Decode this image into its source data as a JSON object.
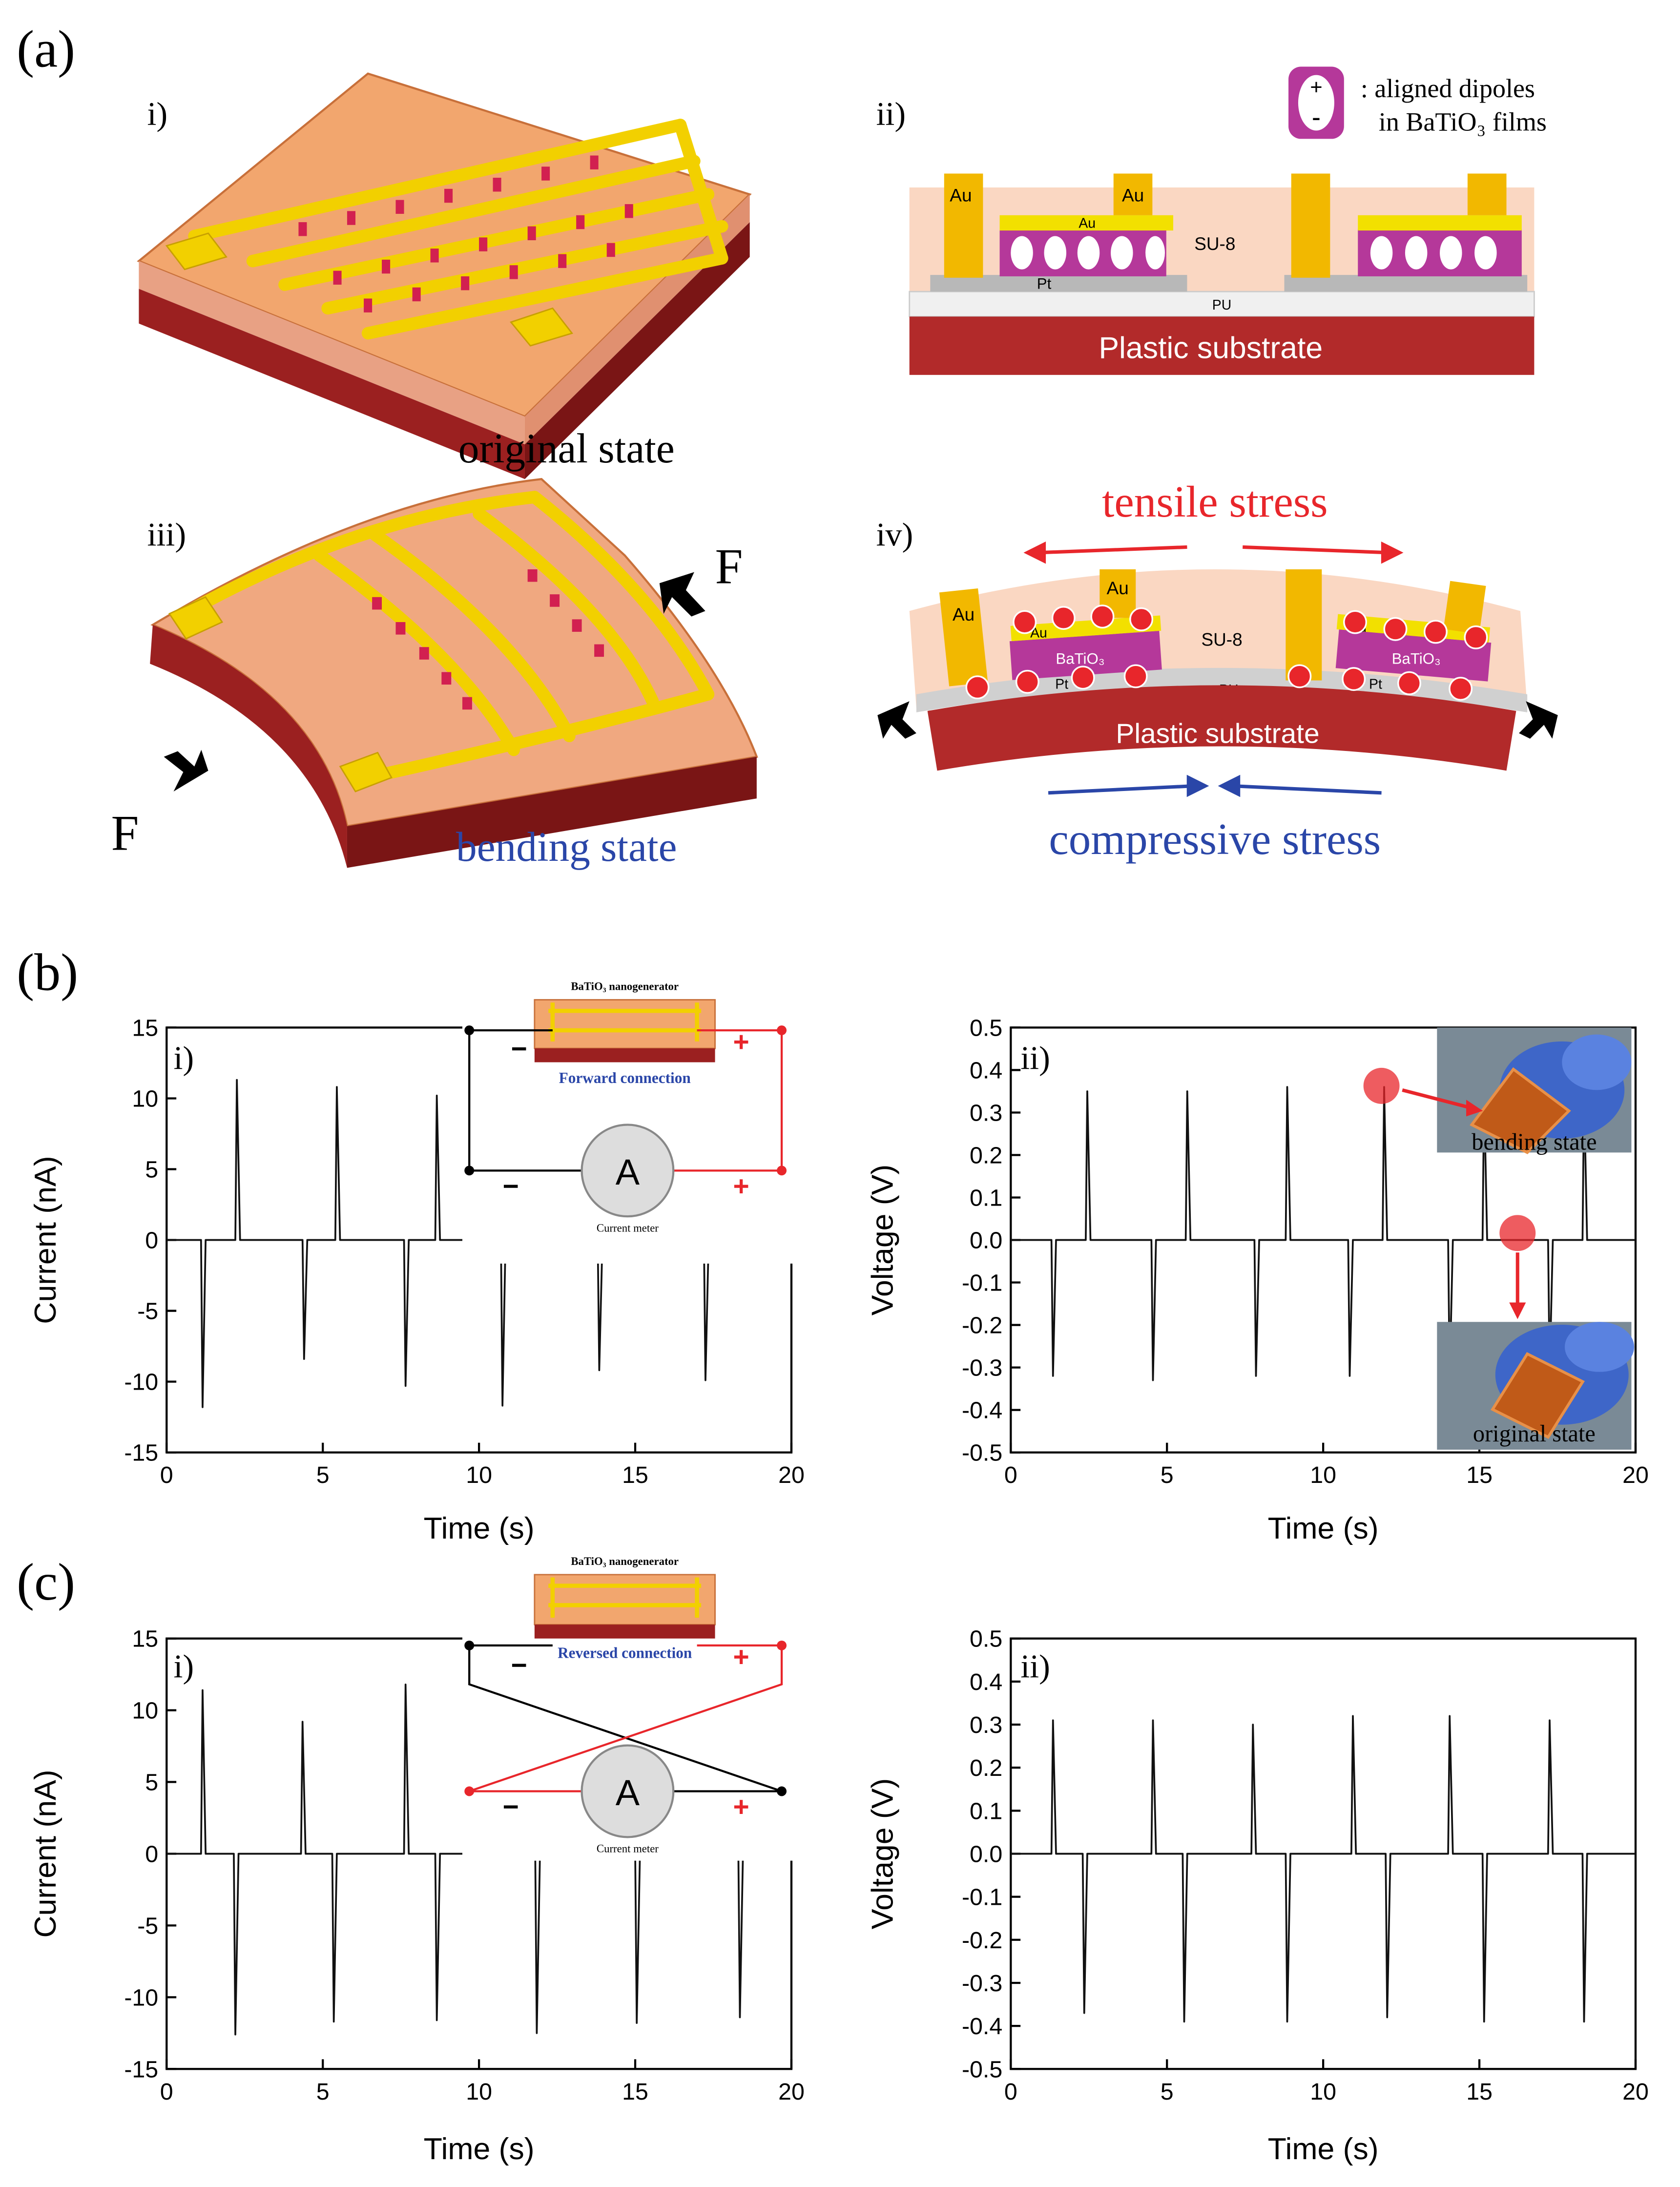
{
  "panel_labels": {
    "a": "(a)",
    "b": "(b)",
    "c": "(c)"
  },
  "sub_labels": {
    "i": "i)",
    "ii": "ii)",
    "iii": "iii)",
    "iv": "iv)"
  },
  "schematic": {
    "legend_sign_plus": "+",
    "legend_sign_minus": "-",
    "legend_line1": ": aligned dipoles",
    "legend_line2": "in BaTiO₃ films",
    "original_state": "original state",
    "bending_state": "bending state",
    "force": "F",
    "au": "Au",
    "pt": "Pt",
    "pu": "PU",
    "su8": "SU-8",
    "batio3": "BaTiO₃",
    "plastic_substrate": "Plastic substrate",
    "tensile_stress": "tensile stress",
    "compressive_stress": "compressive stress",
    "colors": {
      "tensile": "#e8262b",
      "compressive": "#2a46a8",
      "gold": "#f2c400",
      "magenta": "#b5389a",
      "substrate": "#a52a2a",
      "su8": "#fad7c2"
    }
  },
  "inset_forward": {
    "title": "BaTiO₃ nanogenerator",
    "connection": "Forward connection",
    "meter": "Current meter",
    "ammeter": "A",
    "plus": "+",
    "minus": "−"
  },
  "inset_reversed": {
    "title": "BaTiO₃ nanogenerator",
    "connection": "Reversed connection",
    "meter": "Current meter",
    "ammeter": "A",
    "plus": "+",
    "minus": "−"
  },
  "photo_labels": {
    "bending": "bending state",
    "original": "original state"
  },
  "chart_data": [
    {
      "id": "b-i",
      "type": "line",
      "xlabel": "Time (s)",
      "ylabel": "Current (nA)",
      "xlim": [
        0,
        20
      ],
      "ylim": [
        -15,
        15
      ],
      "xticks": [
        0,
        5,
        10,
        15,
        20
      ],
      "yticks": [
        15,
        10,
        5,
        0,
        -5,
        -10,
        -15
      ],
      "series": [
        {
          "values_x": [
            0,
            1.1,
            1.15,
            1.25,
            2.2,
            2.25,
            2.35,
            4.35,
            4.4,
            4.5,
            5.4,
            5.45,
            5.55,
            7.6,
            7.65,
            7.75,
            8.6,
            8.65,
            8.75,
            10.7,
            10.75,
            10.85,
            13.8,
            13.85,
            13.95,
            17.2,
            17.25,
            17.35,
            20
          ],
          "values_y": [
            0,
            0,
            -11.8,
            0,
            0,
            11.3,
            0,
            0,
            -8.4,
            0,
            0,
            10.8,
            0,
            0,
            -10.3,
            0,
            0,
            10.2,
            0,
            0,
            -11.7,
            0,
            0,
            -9.2,
            0,
            0,
            -9.9,
            0,
            0
          ]
        }
      ]
    },
    {
      "id": "b-ii",
      "type": "line",
      "xlabel": "Time (s)",
      "ylabel": "Voltage (V)",
      "xlim": [
        0,
        20
      ],
      "ylim": [
        -0.5,
        0.5
      ],
      "xticks": [
        0,
        5,
        10,
        15,
        20
      ],
      "yticks": [
        0.5,
        0.4,
        0.3,
        0.2,
        0.1,
        0.0,
        -0.1,
        -0.2,
        -0.3,
        -0.4,
        -0.5
      ],
      "series": [
        {
          "values_x": [
            0,
            1.3,
            1.35,
            1.45,
            2.4,
            2.45,
            2.55,
            4.5,
            4.55,
            4.65,
            5.6,
            5.65,
            5.75,
            7.8,
            7.85,
            7.95,
            8.8,
            8.85,
            8.95,
            10.8,
            10.85,
            10.95,
            11.9,
            11.95,
            12.05,
            14.0,
            14.05,
            14.15,
            15.1,
            15.15,
            15.25,
            17.2,
            17.25,
            17.35,
            18.3,
            18.35,
            18.45,
            20
          ],
          "values_y": [
            0,
            0,
            -0.32,
            0,
            0,
            0.35,
            0,
            0,
            -0.33,
            0,
            0,
            0.35,
            0,
            0,
            -0.32,
            0,
            0,
            0.36,
            0,
            0,
            -0.32,
            0,
            0,
            0.36,
            0,
            0,
            -0.33,
            0,
            0,
            0.35,
            0,
            0,
            -0.32,
            0,
            0,
            0.35,
            0,
            0
          ]
        }
      ]
    },
    {
      "id": "c-i",
      "type": "line",
      "xlabel": "Time (s)",
      "ylabel": "Current (nA)",
      "xlim": [
        0,
        20
      ],
      "ylim": [
        -15,
        15
      ],
      "xticks": [
        0,
        5,
        10,
        15,
        20
      ],
      "yticks": [
        15,
        10,
        5,
        0,
        -5,
        -10,
        -15
      ],
      "series": [
        {
          "values_x": [
            0,
            1.1,
            1.15,
            1.25,
            2.15,
            2.2,
            2.3,
            4.3,
            4.35,
            4.45,
            5.3,
            5.35,
            5.45,
            7.6,
            7.65,
            7.75,
            8.6,
            8.65,
            8.75,
            11.8,
            11.85,
            11.95,
            15.0,
            15.05,
            15.15,
            18.3,
            18.35,
            18.45,
            20
          ],
          "values_y": [
            0,
            0,
            11.4,
            0,
            0,
            -12.6,
            0,
            0,
            9.2,
            0,
            0,
            -11.7,
            0,
            0,
            11.8,
            0,
            0,
            -11.6,
            0,
            0,
            -12.5,
            0,
            0,
            -11.8,
            0,
            0,
            -11.4,
            0,
            0
          ]
        }
      ]
    },
    {
      "id": "c-ii",
      "type": "line",
      "xlabel": "Time (s)",
      "ylabel": "Voltage (V)",
      "xlim": [
        0,
        20
      ],
      "ylim": [
        -0.5,
        0.5
      ],
      "xticks": [
        0,
        5,
        10,
        15,
        20
      ],
      "yticks": [
        0.5,
        0.4,
        0.3,
        0.2,
        0.1,
        0.0,
        -0.1,
        -0.2,
        -0.3,
        -0.4,
        -0.5
      ],
      "series": [
        {
          "values_x": [
            0,
            1.3,
            1.35,
            1.45,
            2.3,
            2.35,
            2.45,
            4.5,
            4.55,
            4.65,
            5.5,
            5.55,
            5.65,
            7.7,
            7.75,
            7.85,
            8.8,
            8.85,
            8.95,
            10.9,
            10.95,
            11.05,
            12.0,
            12.05,
            12.15,
            14.0,
            14.05,
            14.15,
            15.1,
            15.15,
            15.25,
            17.2,
            17.25,
            17.35,
            18.3,
            18.35,
            18.45,
            20
          ],
          "values_y": [
            0,
            0,
            0.31,
            0,
            0,
            -0.37,
            0,
            0,
            0.31,
            0,
            0,
            -0.39,
            0,
            0,
            0.3,
            0,
            0,
            -0.39,
            0,
            0,
            0.32,
            0,
            0,
            -0.38,
            0,
            0,
            0.32,
            0,
            0,
            -0.39,
            0,
            0,
            0.31,
            0,
            0,
            -0.39,
            0,
            0
          ]
        }
      ]
    }
  ]
}
